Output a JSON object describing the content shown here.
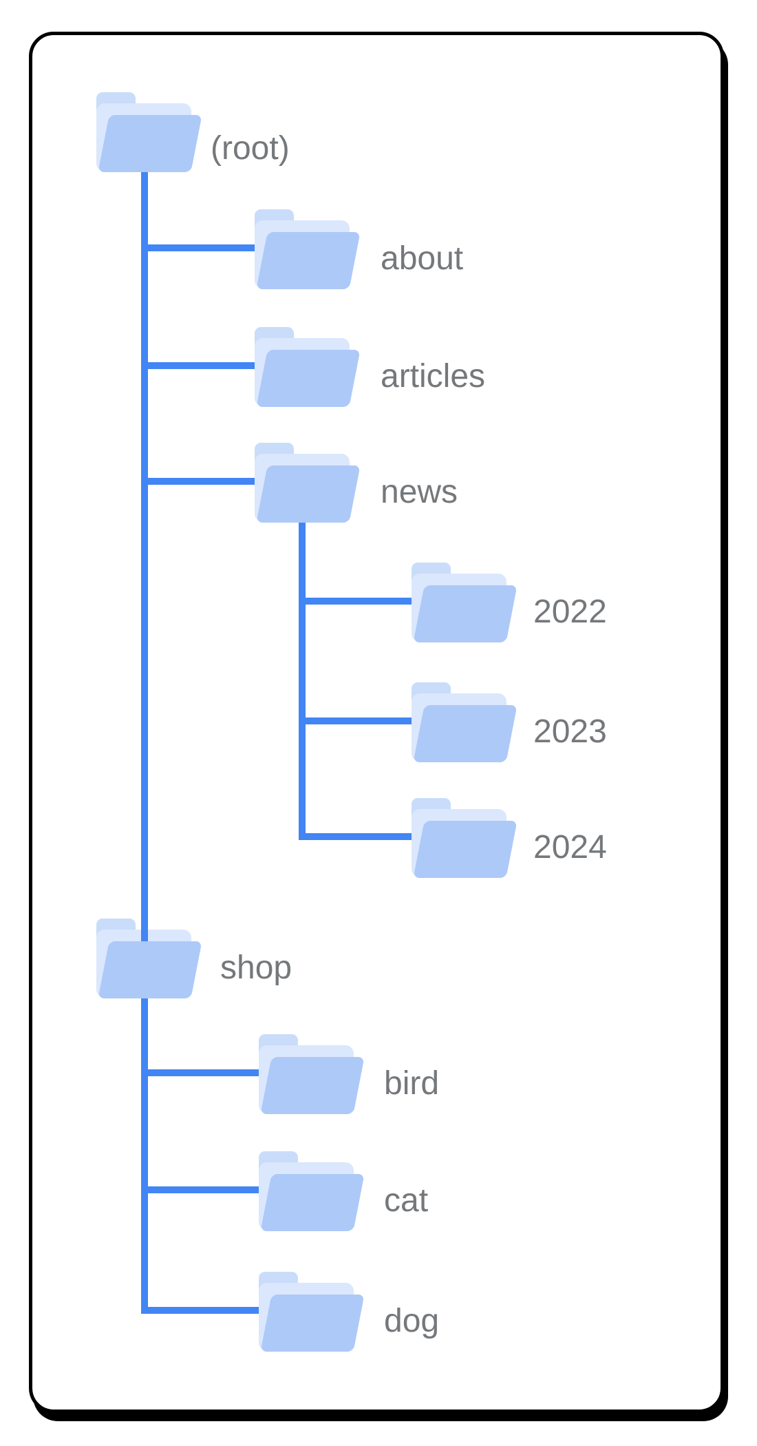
{
  "palette": {
    "card-bg": "#ffffff",
    "outline": "#000000",
    "connector": "#4285f4",
    "label-color": "#75787b",
    "folder-front": "#adc9f8",
    "folder-back": "#dbe7fc",
    "folder-tab": "#c9dcfa"
  },
  "nodes": [
    {
      "id": "root",
      "label": "(root)"
    },
    {
      "id": "about",
      "label": "about"
    },
    {
      "id": "articles",
      "label": "articles"
    },
    {
      "id": "news",
      "label": "news"
    },
    {
      "id": "2022",
      "label": "2022"
    },
    {
      "id": "2023",
      "label": "2023"
    },
    {
      "id": "2024",
      "label": "2024"
    },
    {
      "id": "shop",
      "label": "shop"
    },
    {
      "id": "bird",
      "label": "bird"
    },
    {
      "id": "cat",
      "label": "cat"
    },
    {
      "id": "dog",
      "label": "dog"
    }
  ],
  "hierarchy": {
    "(root)": [
      "about",
      "articles",
      "news",
      "shop"
    ],
    "news": [
      "2022",
      "2023",
      "2024"
    ],
    "shop": [
      "bird",
      "cat",
      "dog"
    ]
  },
  "icons": {
    "node_icon": "folder-icon"
  }
}
